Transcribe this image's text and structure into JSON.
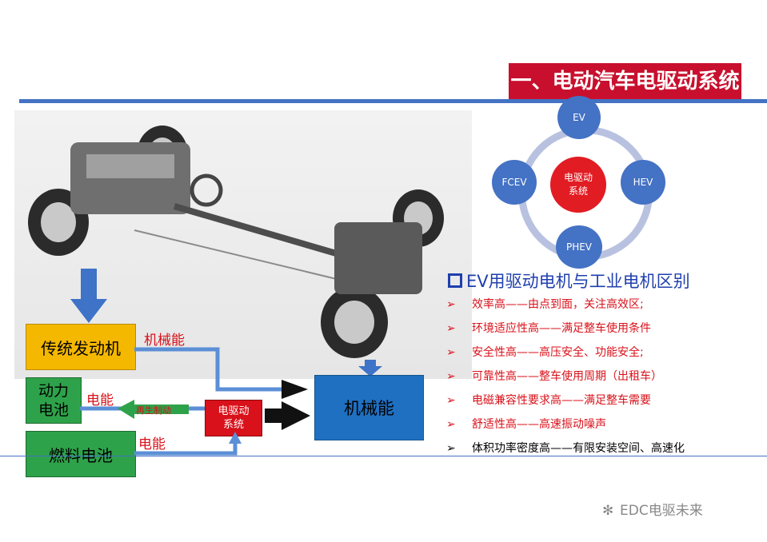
{
  "title": "一、电动汽车电驱动系统",
  "diagram": {
    "engine": "传统发动机",
    "battery": "动力\n电池",
    "fuel_cell": "燃料电池",
    "mechanical": "机械能",
    "drive_system": "电驱动\n系统",
    "label_mech": "机械能",
    "label_elec_battery": "电能",
    "label_elec_fuel": "电能",
    "regen": "再生制动"
  },
  "circle": {
    "center": "电驱动\n系统",
    "top": "EV",
    "left": "FCEV",
    "right": "HEV",
    "bottom": "PHEV"
  },
  "features": {
    "heading": "EV用驱动电机与工业电机区别",
    "items": [
      {
        "text": "效率高——由点到面，关注高效区;"
      },
      {
        "text": "环境适应性高——满足整车使用条件"
      },
      {
        "text": "安全性高——高压安全、功能安全;"
      },
      {
        "text": "可靠性高——整车使用周期（出租车）"
      },
      {
        "text": "电磁兼容性要求高——满足整车需要"
      },
      {
        "text": "舒适性高——高速振动噪声"
      },
      {
        "text": "体积功率密度高——有限安装空间、高速化"
      }
    ]
  },
  "watermark": "EDC电驱未来",
  "colors": {
    "accent_red": "#c8102e",
    "blue": "#4472c4",
    "yellow": "#f5b800",
    "green": "#2ea24a"
  }
}
